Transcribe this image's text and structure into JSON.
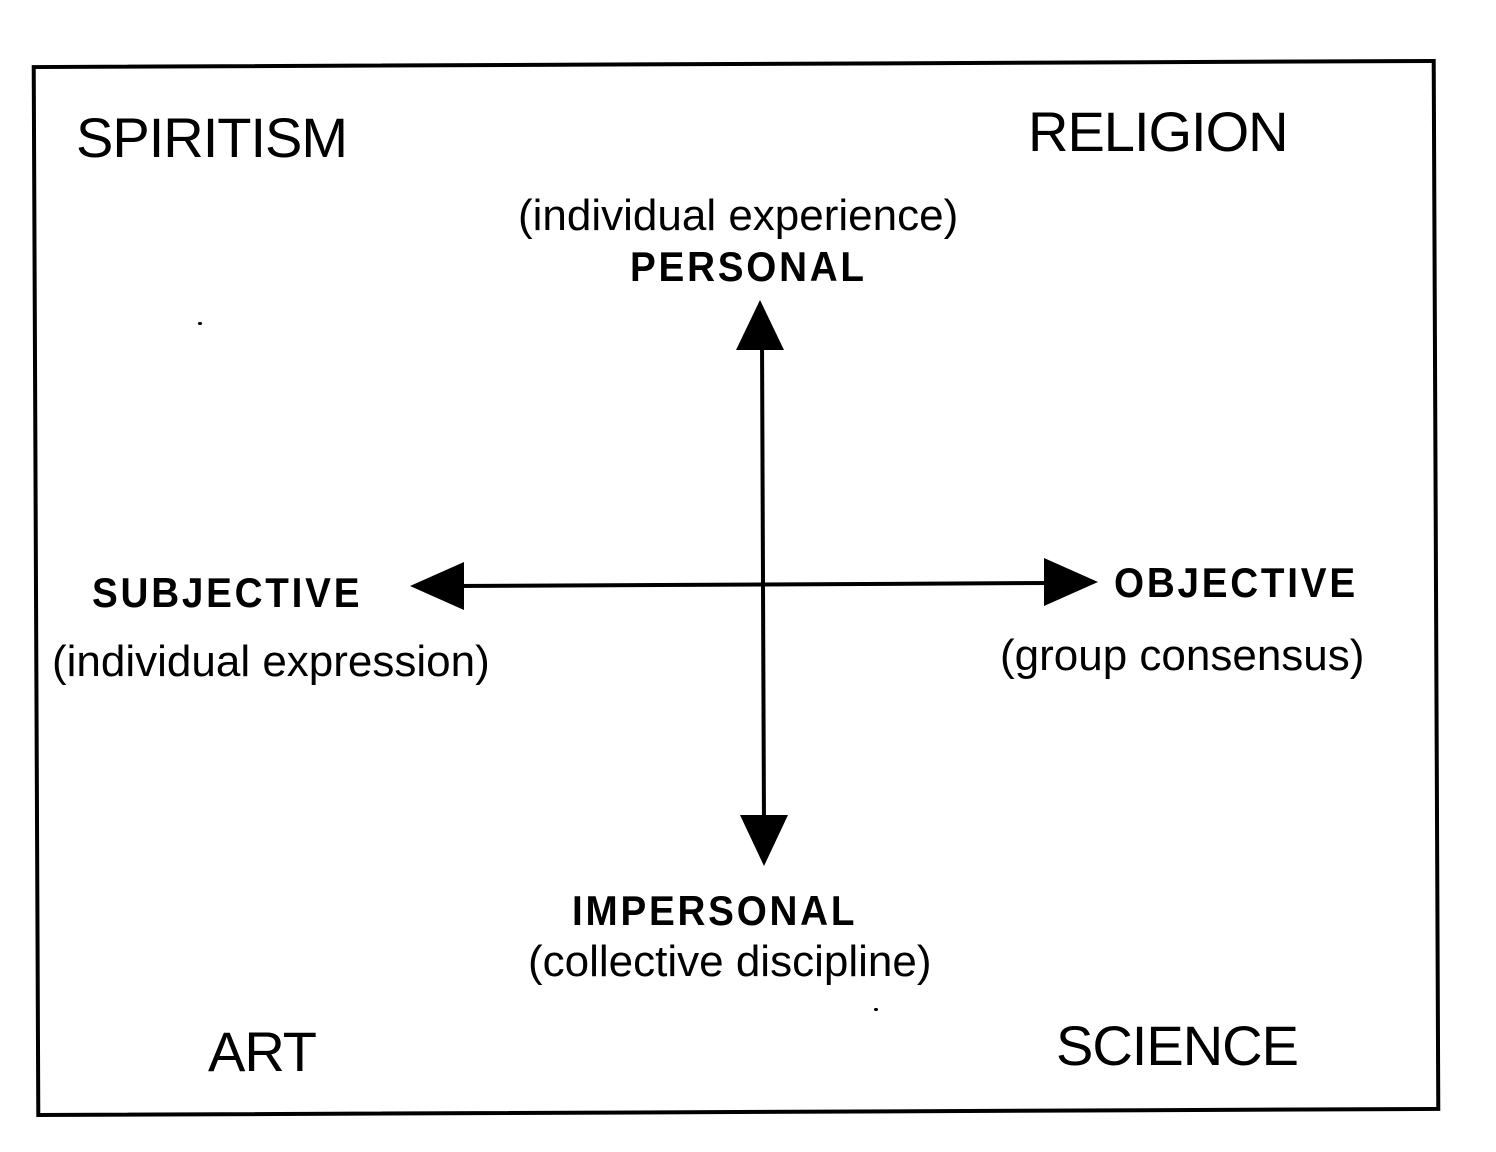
{
  "diagram": {
    "quadrants": {
      "top_left": "SPIRITISM",
      "top_right": "RELIGION",
      "bottom_left": "ART",
      "bottom_right": "SCIENCE"
    },
    "poles": {
      "top": {
        "label": "PERSONAL",
        "note": "(individual experience)"
      },
      "bottom": {
        "label": "IMPERSONAL",
        "note": "(collective discipline)"
      },
      "left": {
        "label": "SUBJECTIVE",
        "note": "(individual expression)"
      },
      "right": {
        "label": "OBJECTIVE",
        "note": "(group consensus)"
      }
    }
  },
  "colors": {
    "ink": "#000000",
    "paper": "#ffffff"
  }
}
